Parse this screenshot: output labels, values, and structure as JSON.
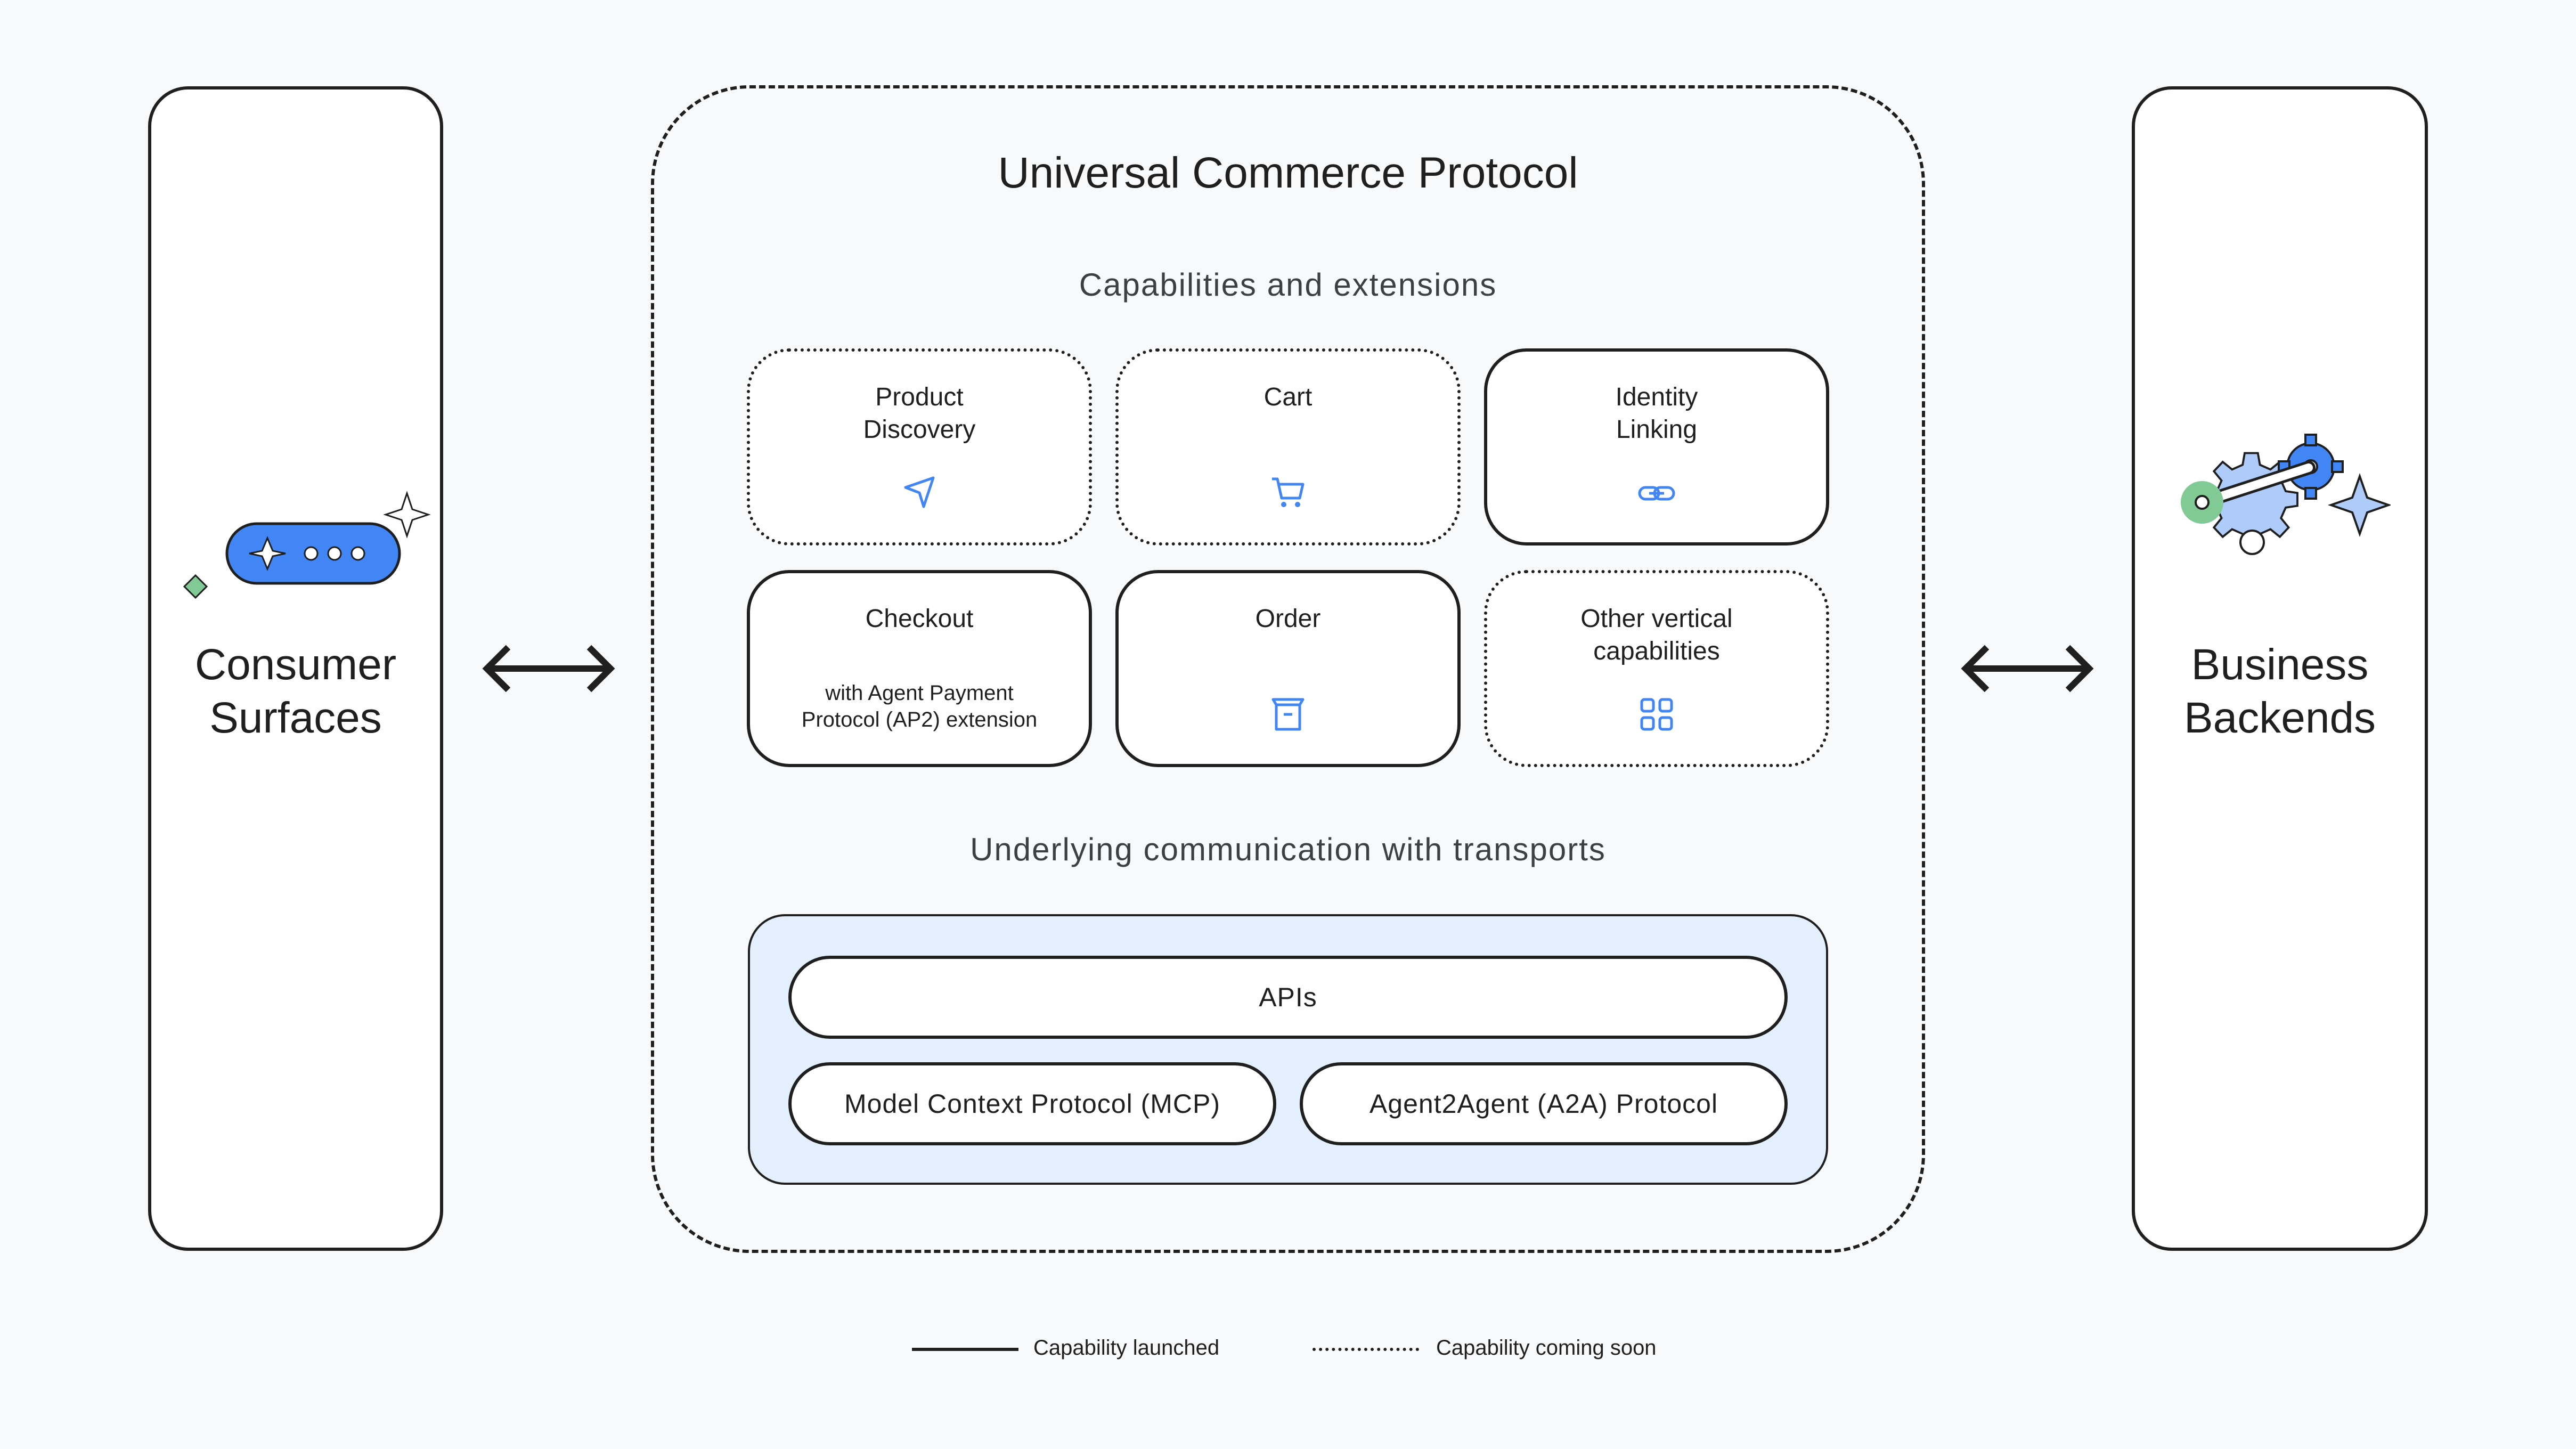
{
  "left_panel": {
    "label": "Consumer\nSurfaces"
  },
  "right_panel": {
    "label": "Business\nBackends"
  },
  "protocol": {
    "title": "Universal Commerce Protocol",
    "capabilities_title": "Capabilities and extensions",
    "capabilities": [
      {
        "label": "Product\nDiscovery",
        "status": "coming soon",
        "icon": "send-icon"
      },
      {
        "label": "Cart",
        "status": "coming soon",
        "icon": "cart-icon"
      },
      {
        "label": "Identity\nLinking",
        "status": "launched",
        "icon": "link-icon"
      },
      {
        "label": "Checkout",
        "sublabel": "with Agent Payment\nProtocol (AP2) extension",
        "status": "launched"
      },
      {
        "label": "Order",
        "status": "launched",
        "icon": "order-box-icon"
      },
      {
        "label": "Other vertical\ncapabilities",
        "status": "coming soon",
        "icon": "grid-icon"
      }
    ],
    "transports_title": "Underlying communication with transports",
    "transports": {
      "apis": "APIs",
      "mcp": "Model Context Protocol (MCP)",
      "a2a": "Agent2Agent (A2A) Protocol"
    }
  },
  "legend": {
    "launched": "Capability launched",
    "coming_soon": "Capability coming soon"
  },
  "colors": {
    "accent_blue": "#4285f4",
    "light_blue": "#aecbfa",
    "green": "#81c995",
    "transport_bg": "#e3effc",
    "outline": "#1f1f1f"
  }
}
